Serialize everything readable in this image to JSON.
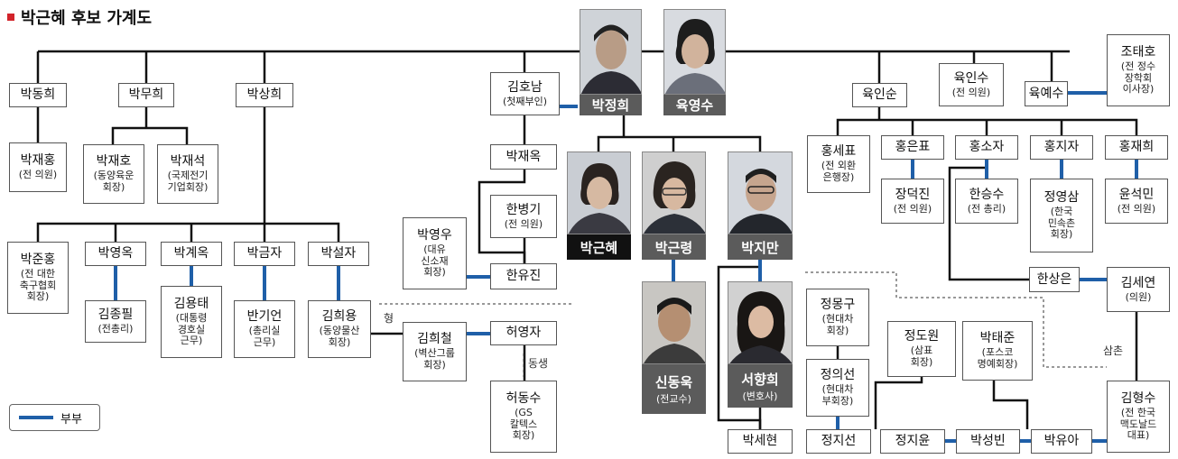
{
  "title": "박근혜 후보 가계도",
  "legend": {
    "label": "부부",
    "line_color": "#1f5fa8"
  },
  "people": {
    "bak_jeonghui": {
      "name": "박정희"
    },
    "yuk_yeongsu": {
      "name": "육영수"
    },
    "bak_donghui": {
      "name": "박동희"
    },
    "bak_muhui": {
      "name": "박무희"
    },
    "bak_sanghui": {
      "name": "박상희"
    },
    "bak_jaehong": {
      "name": "박재홍",
      "note": "(전 의원)"
    },
    "bak_jaeho": {
      "name": "박재호",
      "note": "(동양육운\n회장)"
    },
    "bak_jaeseok": {
      "name": "박재석",
      "note": "(국제전기\n기업회장)"
    },
    "bak_junhong": {
      "name": "박준홍",
      "note": "(전 대한\n축구협회\n회장)"
    },
    "bak_yeongok": {
      "name": "박영옥"
    },
    "bak_gyeok": {
      "name": "박계옥"
    },
    "bak_geumja": {
      "name": "박금자"
    },
    "bak_seolja": {
      "name": "박설자"
    },
    "kim_jongpil": {
      "name": "김종필",
      "note": "(전총리)"
    },
    "kim_yongtae": {
      "name": "김용태",
      "note": "(대통령\n경호실\n근무)"
    },
    "ban_gieon": {
      "name": "반기언",
      "note": "(총리실\n근무)"
    },
    "kim_huiyong": {
      "name": "김희용",
      "note": "(동양물산\n회장)"
    },
    "kim_hochul": {
      "name": "김희철",
      "note": "(벽산그룹\n회장)"
    },
    "heo_yeongja": {
      "name": "허영자"
    },
    "heo_dongsu": {
      "name": "허동수",
      "note": "(GS\n칼텍스\n회장)"
    },
    "kim_honam": {
      "name": "김호남",
      "note": "(첫째부인)"
    },
    "bak_jaeok": {
      "name": "박재옥"
    },
    "han_byeonggi": {
      "name": "한병기",
      "note": "(전 의원)"
    },
    "bak_yeongu": {
      "name": "박영우",
      "note": "(대유\n신소재\n회장)"
    },
    "han_yujin": {
      "name": "한유진"
    },
    "bak_geunhye": {
      "name": "박근혜"
    },
    "bak_geunryeong": {
      "name": "박근령"
    },
    "bak_jiman": {
      "name": "박지만"
    },
    "sin_donguk": {
      "name": "신동욱",
      "note": "(전교수)"
    },
    "seo_hyanghui": {
      "name": "서향희",
      "note": "(변호사)"
    },
    "bak_sehyeon": {
      "name": "박세현"
    },
    "yuk_insun": {
      "name": "육인순"
    },
    "yuk_insu": {
      "name": "육인수",
      "note": "(전 의원)"
    },
    "yuk_yesu": {
      "name": "육예수"
    },
    "jo_taeho": {
      "name": "조태호",
      "note": "(전 정수\n장학회\n이사장)"
    },
    "hong_sepyo": {
      "name": "홍세표",
      "note": "(전 외환\n은행장)"
    },
    "hong_eunpyo": {
      "name": "홍은표"
    },
    "hong_soja": {
      "name": "홍소자"
    },
    "hong_jija": {
      "name": "홍지자"
    },
    "hong_jaehui": {
      "name": "홍재희"
    },
    "jang_deokjin": {
      "name": "장덕진",
      "note": "(전 의원)"
    },
    "han_seungsu": {
      "name": "한승수",
      "note": "(전 총리)"
    },
    "jeong_yeongsam": {
      "name": "정영삼",
      "note": "(한국\n민속촌\n회장)"
    },
    "yun_seokmin": {
      "name": "윤석민",
      "note": "(전 의원)"
    },
    "han_sangeun": {
      "name": "한상은"
    },
    "kim_seyeon": {
      "name": "김세연",
      "note": "(의원)"
    },
    "jeong_monggu": {
      "name": "정몽구",
      "note": "(현대차\n회장)"
    },
    "jeong_uiseon": {
      "name": "정의선",
      "note": "(현대차\n부회장)"
    },
    "jeong_dowon": {
      "name": "정도원",
      "note": "(삼표\n회장)"
    },
    "bak_taejun": {
      "name": "박태준",
      "note": "(포스코\n명예회장)"
    },
    "kim_hyeongsu": {
      "name": "김형수",
      "note": "(전 한국\n맥도날드\n대표)"
    },
    "jeong_jiseon": {
      "name": "정지선"
    },
    "jeong_jiyun": {
      "name": "정지윤"
    },
    "bak_seongbin": {
      "name": "박성빈"
    },
    "bak_yua": {
      "name": "박유아"
    }
  },
  "relations": {
    "hyeong": "형",
    "dongsaeng": "동생",
    "samchon": "삼촌"
  }
}
